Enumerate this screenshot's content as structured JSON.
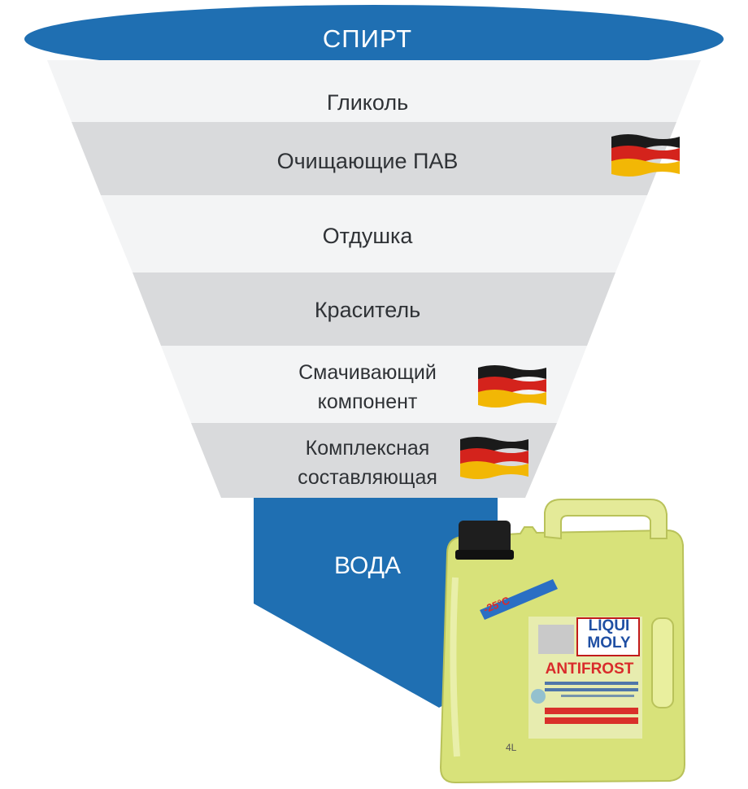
{
  "funnel": {
    "layers": [
      {
        "label": "СПИРТ"
      },
      {
        "label": "Гликоль"
      },
      {
        "label": "Очищающие ПАВ",
        "german_flag": true
      },
      {
        "label": "Отдушка"
      },
      {
        "label": "Краситель"
      },
      {
        "label_line1": "Смачивающий",
        "label_line2": "компонент",
        "german_flag": true
      },
      {
        "label_line1": "Комплексная",
        "label_line2": "составляющая",
        "german_flag": true
      },
      {
        "label": "ВОДА"
      }
    ]
  },
  "product": {
    "brand_line1": "LIQUI",
    "brand_line2": "MOLY",
    "name": "ANTIFROST",
    "temperature_badge": "-25°C",
    "volume": "4L",
    "cap_color": "#1e1e1e",
    "liquid_color": "#d8e27a"
  },
  "colors": {
    "accent_blue": "#1f6fb2",
    "band_light": "#f3f4f5",
    "band_dark": "#d9dadc"
  }
}
